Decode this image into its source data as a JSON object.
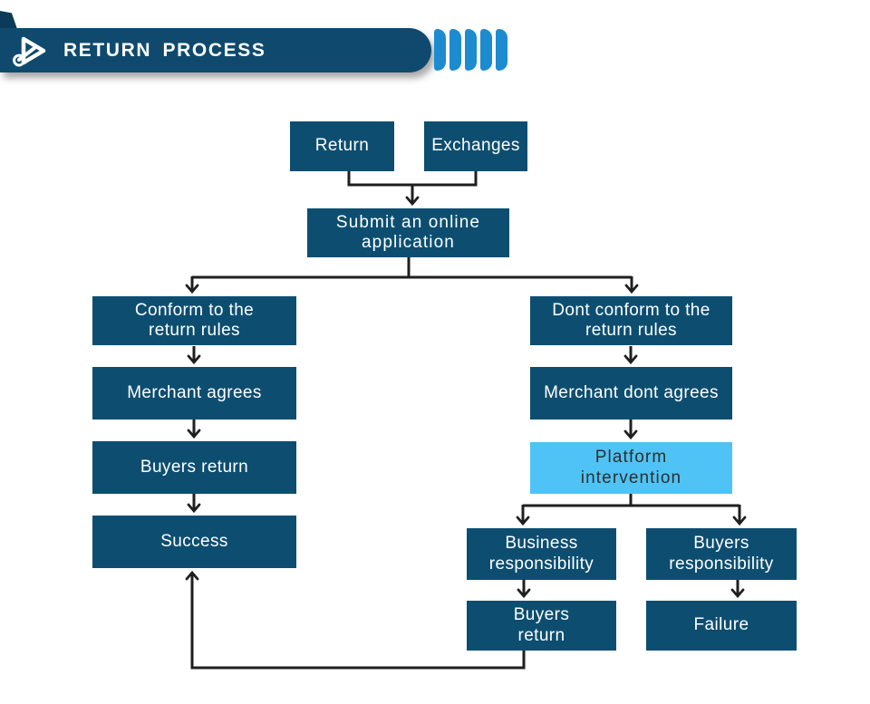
{
  "header": {
    "title": "RETURN PROCESS",
    "logo_icon": "wrench-play-triangle",
    "decor_segment_count": 5
  },
  "colors": {
    "banner": "#0f4a6e",
    "node": "#0d4e70",
    "node_text": "#ffffff",
    "highlight_node": "#4fc3f5",
    "highlight_node_text": "#2e2e2e",
    "accent_decor": "#1d8bd0",
    "connector": "#1f1f1f",
    "background": "#ffffff"
  },
  "flowchart": {
    "nodes": {
      "return": {
        "label": "Return"
      },
      "exchanges": {
        "label": "Exchanges"
      },
      "submit": {
        "label": "Submit an online\napplication"
      },
      "conform": {
        "label": "Conform to the\nreturn rules"
      },
      "dont_conform": {
        "label": "Dont conform to the\nreturn rules"
      },
      "merchant_agrees": {
        "label": "Merchant agrees"
      },
      "merchant_dont_agrees": {
        "label": "Merchant dont agrees"
      },
      "buyers_return_left": {
        "label": "Buyers return"
      },
      "platform_intervention": {
        "label": "Platform\nintervention",
        "highlighted": true
      },
      "success": {
        "label": "Success"
      },
      "business_responsibility": {
        "label": "Business\nresponsibility"
      },
      "buyers_responsibility": {
        "label": "Buyers\nresponsibility"
      },
      "buyers_return_right": {
        "label": "Buyers\nreturn"
      },
      "failure": {
        "label": "Failure"
      }
    },
    "edges": [
      {
        "from": "return",
        "to": "submit"
      },
      {
        "from": "exchanges",
        "to": "submit"
      },
      {
        "from": "submit",
        "to": "conform"
      },
      {
        "from": "submit",
        "to": "dont_conform"
      },
      {
        "from": "conform",
        "to": "merchant_agrees"
      },
      {
        "from": "merchant_agrees",
        "to": "buyers_return_left"
      },
      {
        "from": "buyers_return_left",
        "to": "success"
      },
      {
        "from": "dont_conform",
        "to": "merchant_dont_agrees"
      },
      {
        "from": "merchant_dont_agrees",
        "to": "platform_intervention"
      },
      {
        "from": "platform_intervention",
        "to": "business_responsibility"
      },
      {
        "from": "platform_intervention",
        "to": "buyers_responsibility"
      },
      {
        "from": "business_responsibility",
        "to": "buyers_return_right"
      },
      {
        "from": "buyers_responsibility",
        "to": "failure"
      },
      {
        "from": "buyers_return_right",
        "to": "success"
      }
    ]
  }
}
